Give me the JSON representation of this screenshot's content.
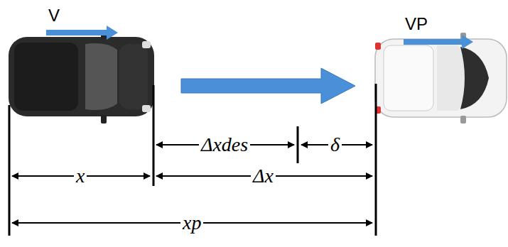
{
  "diagram": {
    "labels": [
      "V",
      "VP",
      "Δxdes",
      "δ",
      "x",
      "Δx",
      "xp"
    ]
  }
}
